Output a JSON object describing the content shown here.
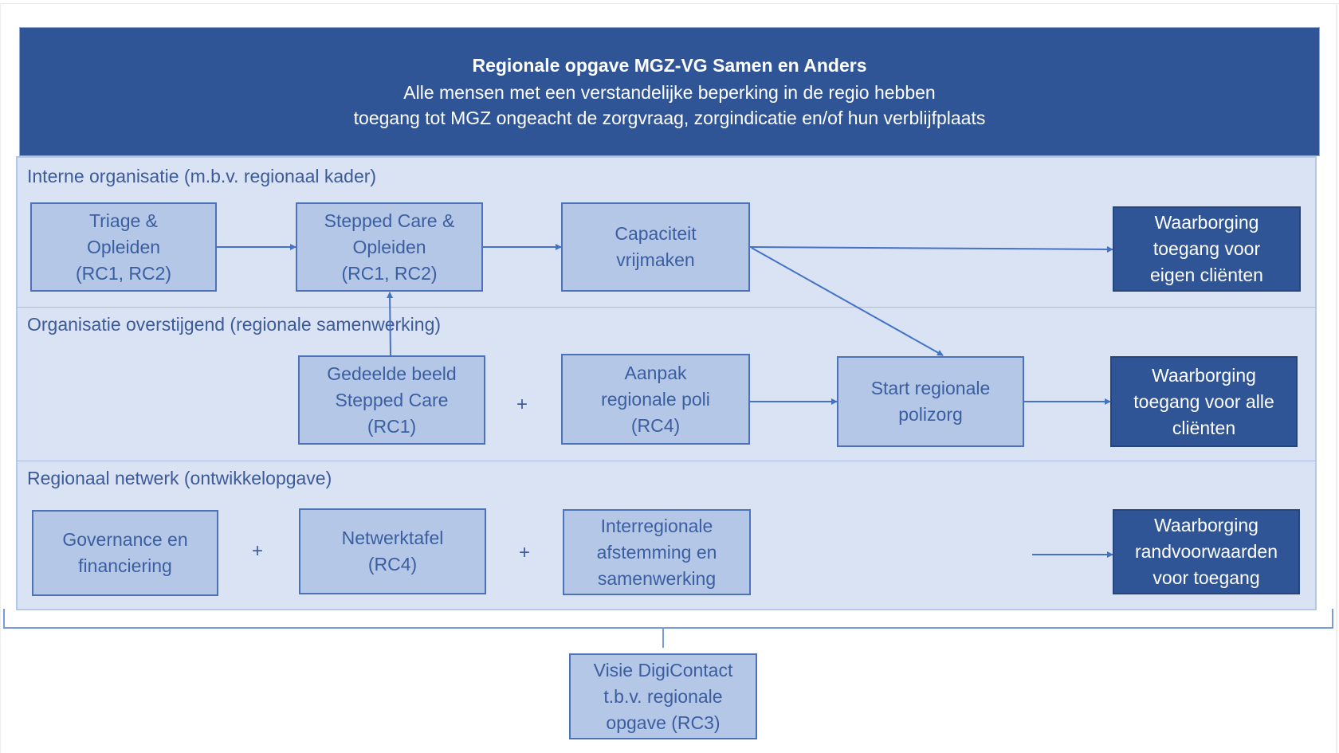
{
  "header": {
    "title": "Regionale opgave  MGZ-VG Samen en Anders",
    "line1": "Alle mensen met een verstandelijke beperking in de regio hebben",
    "line2": "toegang tot MGZ ongeacht de zorgvraag, zorgindicatie en/of hun verblijfplaats"
  },
  "bands": [
    {
      "label": "Interne organisatie (m.b.v. regionaal kader)"
    },
    {
      "label": "Organisatie overstijgend (regionale samenwerking)"
    },
    {
      "label": "Regionaal netwerk (ontwikkelopgave)"
    }
  ],
  "boxes": {
    "triage": [
      "Triage &",
      "Opleiden",
      "(RC1, RC2)"
    ],
    "stepped_care": [
      "Stepped Care &",
      "Opleiden",
      "(RC1, RC2)"
    ],
    "capaciteit": [
      "Capaciteit",
      "vrijmaken"
    ],
    "waarborging_eigen": [
      "Waarborging",
      "toegang voor",
      "eigen cliënten"
    ],
    "gedeelde_beeld": [
      "Gedeelde beeld",
      "Stepped Care",
      "(RC1)"
    ],
    "aanpak_poli": [
      "Aanpak",
      "regionale poli",
      "(RC4)"
    ],
    "start_polizorg": [
      "Start regionale",
      "polizorg"
    ],
    "waarborging_alle": [
      "Waarborging",
      "toegang voor alle",
      "cliënten"
    ],
    "governance": [
      "Governance en",
      "financiering"
    ],
    "netwerktafel": [
      "Netwerktafel",
      "(RC4)"
    ],
    "interregionale": [
      "Interregionale",
      "afstemming en",
      "samenwerking"
    ],
    "waarborging_rand": [
      "Waarborging",
      "randvoorwaarden",
      "voor toegang"
    ],
    "visie_digicontact": [
      "Visie DigiContact",
      "t.b.v. regionale",
      "opgave (RC3)"
    ]
  },
  "plus_sign": "+",
  "colors": {
    "header_bg": "#2f5597",
    "band_bg": "#dae3f3",
    "box_bg": "#b4c7e7",
    "box_dark_bg": "#2f5597",
    "line": "#4472c4"
  }
}
